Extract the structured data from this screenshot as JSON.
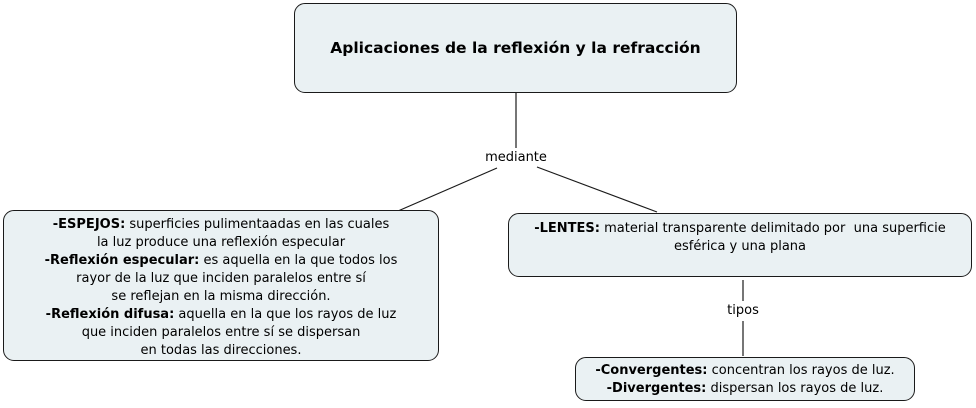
{
  "diagram_title": "Aplicaciones de la reflexión y la refracción",
  "colors": {
    "node_fill": "#eaf1f3",
    "node_border": "#1a1a1a",
    "line": "#1a1a1a",
    "text": "#000000"
  },
  "nodes": {
    "title": {
      "lines": [
        [
          {
            "text": "Aplicaciones de la reflexión y la refracción",
            "bold": true
          }
        ]
      ]
    },
    "espejos": {
      "lines": [
        [
          {
            "text": "-ESPEJOS:",
            "bold": true
          },
          {
            "text": " superficies pulimentaadas en las cuales",
            "bold": false
          }
        ],
        [
          {
            "text": "la luz produce una reflexión especular",
            "bold": false
          }
        ],
        [
          {
            "text": "-Reflexión especular:",
            "bold": true
          },
          {
            "text": " es aquella en la que todos los",
            "bold": false
          }
        ],
        [
          {
            "text": "rayor de la luz que inciden paralelos entre sí",
            "bold": false
          }
        ],
        [
          {
            "text": "se reflejan en la misma dirección.",
            "bold": false
          }
        ],
        [
          {
            "text": "-Reflexión difusa:",
            "bold": true
          },
          {
            "text": " aquella en la que los rayos de luz",
            "bold": false
          }
        ],
        [
          {
            "text": "que inciden paralelos entre sí se dispersan",
            "bold": false
          }
        ],
        [
          {
            "text": "en todas las direcciones.",
            "bold": false
          }
        ]
      ]
    },
    "lentes": {
      "lines": [
        [
          {
            "text": "-LENTES:",
            "bold": true
          },
          {
            "text": " material transparente delimitado por  una superficie",
            "bold": false
          }
        ],
        [
          {
            "text": "esférica y una plana",
            "bold": false
          }
        ]
      ]
    },
    "tipos_lentes": {
      "lines": [
        [
          {
            "text": "-Convergentes:",
            "bold": true
          },
          {
            "text": " concentran los rayos de luz.",
            "bold": false
          }
        ],
        [
          {
            "text": "-Divergentes:",
            "bold": true
          },
          {
            "text": " dispersan los rayos de luz.",
            "bold": false
          }
        ]
      ]
    }
  },
  "links": {
    "mediante_label": "mediante",
    "tipos_label": "tipos"
  }
}
